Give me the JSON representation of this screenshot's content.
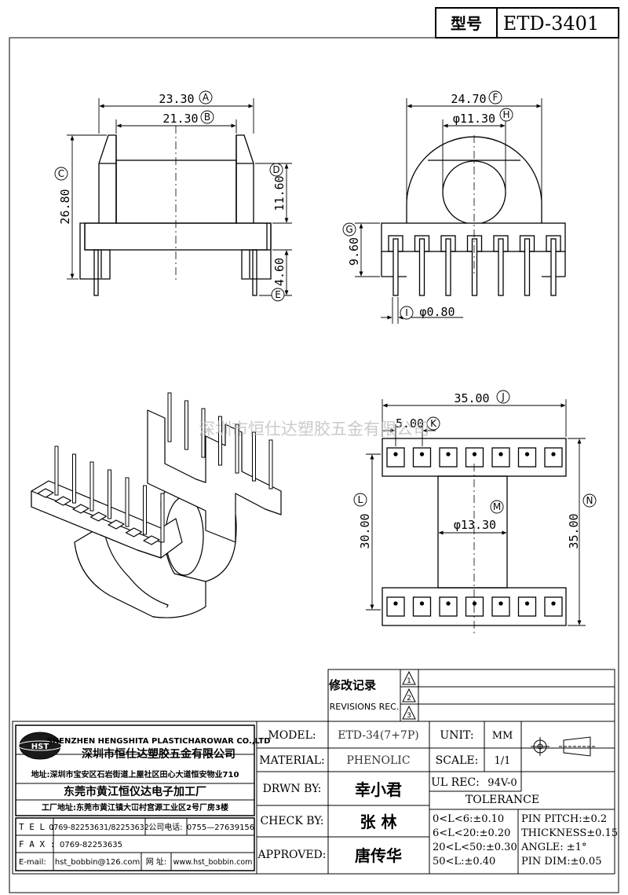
{
  "header": {
    "model_label": "型号",
    "model_value": "ETD-3401"
  },
  "dims": {
    "a": {
      "value": "23.30",
      "letter": "A"
    },
    "b": {
      "value": "21.30",
      "letter": "B"
    },
    "c": {
      "value": "26.80",
      "letter": "C"
    },
    "d": {
      "value": "11.60",
      "letter": "D"
    },
    "e": {
      "value": "4.60",
      "letter": "E"
    },
    "f": {
      "value": "24.70",
      "letter": "F"
    },
    "h": {
      "value": "φ11.30",
      "letter": "H"
    },
    "g": {
      "value": "9.60",
      "letter": "G"
    },
    "i": {
      "value": "φ0.80",
      "letter": "I"
    },
    "j": {
      "value": "35.00",
      "letter": "J"
    },
    "k": {
      "value": "5.00",
      "letter": "K"
    },
    "l": {
      "value": "30.00",
      "letter": "L"
    },
    "m": {
      "value": "φ13.30",
      "letter": "M"
    },
    "n": {
      "value": "35.00",
      "letter": "N"
    }
  },
  "watermark": "深圳市恒仕达塑胶五金有限公司",
  "revisions": {
    "title_cn": "修改记录",
    "title_en": "REVISIONS REC.",
    "marks": [
      "1",
      "2",
      "3"
    ]
  },
  "company": {
    "logo": "HST",
    "name_en": "SHENZHEN HENGSHITA PLASTICHAROWAR CO.,LTD",
    "name_cn": "深圳市恒仕达塑胶五金有限公司",
    "address": "地址:深圳市宝安区石岩街道上屋社区田心大道恒安物业710",
    "factory": "东莞市黄江恒仪达电子加工厂",
    "factory_address": "工厂地址:东莞市黄江镇大冚村宫源工业区2号厂房3楼",
    "tel_label": "T E L :",
    "tel": "0769-82253631/82253632",
    "phone_label": "公司电话:",
    "phone": "0755—27639156",
    "fax_label": "F A X :",
    "fax": "0769-82253635",
    "email_label": "E-mail:",
    "email": "hst_bobbin@126.com",
    "web_label": "网 址:",
    "web": "www.hst_bobbin.com"
  },
  "spec": {
    "model_label": "MODEL:",
    "model": "ETD-34(7+7P)",
    "material_label": "MATERIAL:",
    "material": "PHENOLIC",
    "drawn_label": "DRWN BY:",
    "drawn": "幸小君",
    "check_label": "CHECK BY:",
    "check": "张 林",
    "approved_label": "APPROVED:",
    "approved": "唐传华",
    "unit_label": "UNIT:",
    "unit": "MM",
    "scale_label": "SCALE:",
    "scale": "1/1",
    "ul_label": "UL REC:",
    "ul": "94V-0",
    "tolerance_label": "TOLERANCE",
    "tol": [
      "0<L<6:±0.10",
      "6<L<20:±0.20",
      "20<L<50:±0.30",
      "50<L:±0.40"
    ],
    "pin_pitch": "PIN PITCH:±0.2",
    "thickness": "THICKNESS±0.15",
    "angle": "ANGLE: ±1°",
    "pin_dim": "PIN DIM:±0.05"
  }
}
